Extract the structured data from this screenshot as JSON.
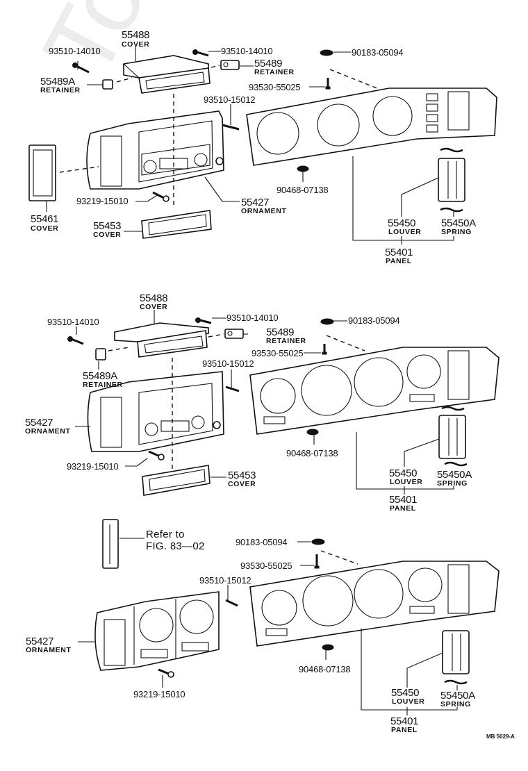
{
  "watermark": "ToyotaOwnersManual",
  "footer_code": "MB 5029-A",
  "sections": [
    {
      "id": "top",
      "parts": {
        "cover_55488": {
          "number": "55488",
          "name": "COVER"
        },
        "screw_left": {
          "number": "93510-14010"
        },
        "screw_right": {
          "number": "93510-14010"
        },
        "retainer_55489a": {
          "number": "55489A",
          "name": "RETAINER"
        },
        "retainer_55489": {
          "number": "55489",
          "name": "RETAINER"
        },
        "clip_90183": {
          "number": "90183-05094"
        },
        "screw_93530": {
          "number": "93530-55025"
        },
        "screw_93510_15012": {
          "number": "93510-15012"
        },
        "cover_55461": {
          "number": "55461",
          "name": "COVER"
        },
        "screw_93219": {
          "number": "93219-15010"
        },
        "ornament_55427": {
          "number": "55427",
          "name": "ORNAMENT"
        },
        "cover_55453": {
          "number": "55453",
          "name": "COVER"
        },
        "clip_90468": {
          "number": "90468-07138"
        },
        "louver_55450": {
          "number": "55450",
          "name": "LOUVER"
        },
        "spring_55450a": {
          "number": "55450A",
          "name": "SPRING"
        },
        "panel_55401": {
          "number": "55401",
          "name": "PANEL"
        }
      }
    },
    {
      "id": "middle",
      "parts": {
        "cover_55488": {
          "number": "55488",
          "name": "COVER"
        },
        "screw_left": {
          "number": "93510-14010"
        },
        "screw_right": {
          "number": "93510-14010"
        },
        "retainer_55489a": {
          "number": "55489A",
          "name": "RETAINER"
        },
        "retainer_55489": {
          "number": "55489",
          "name": "RETAINER"
        },
        "clip_90183": {
          "number": "90183-05094"
        },
        "screw_93530": {
          "number": "93530-55025"
        },
        "screw_93510_15012": {
          "number": "93510-15012"
        },
        "ornament_55427": {
          "number": "55427",
          "name": "ORNAMENT"
        },
        "screw_93219": {
          "number": "93219-15010"
        },
        "cover_55453": {
          "number": "55453",
          "name": "COVER"
        },
        "clip_90468": {
          "number": "90468-07138"
        },
        "louver_55450": {
          "number": "55450",
          "name": "LOUVER"
        },
        "spring_55450a": {
          "number": "55450A",
          "name": "SPRING"
        },
        "panel_55401": {
          "number": "55401",
          "name": "PANEL"
        }
      }
    },
    {
      "id": "bottom",
      "parts": {
        "refer": {
          "line1": "Refer to",
          "line2": "FIG. 83—02"
        },
        "clip_90183": {
          "number": "90183-05094"
        },
        "screw_93530": {
          "number": "93530-55025"
        },
        "screw_93510_15012": {
          "number": "93510-15012"
        },
        "ornament_55427": {
          "number": "55427",
          "name": "ORNAMENT"
        },
        "screw_93219": {
          "number": "93219-15010"
        },
        "clip_90468": {
          "number": "90468-07138"
        },
        "louver_55450": {
          "number": "55450",
          "name": "LOUVER"
        },
        "spring_55450a": {
          "number": "55450A",
          "name": "SPRING"
        },
        "panel_55401": {
          "number": "55401",
          "name": "PANEL"
        }
      }
    }
  ]
}
